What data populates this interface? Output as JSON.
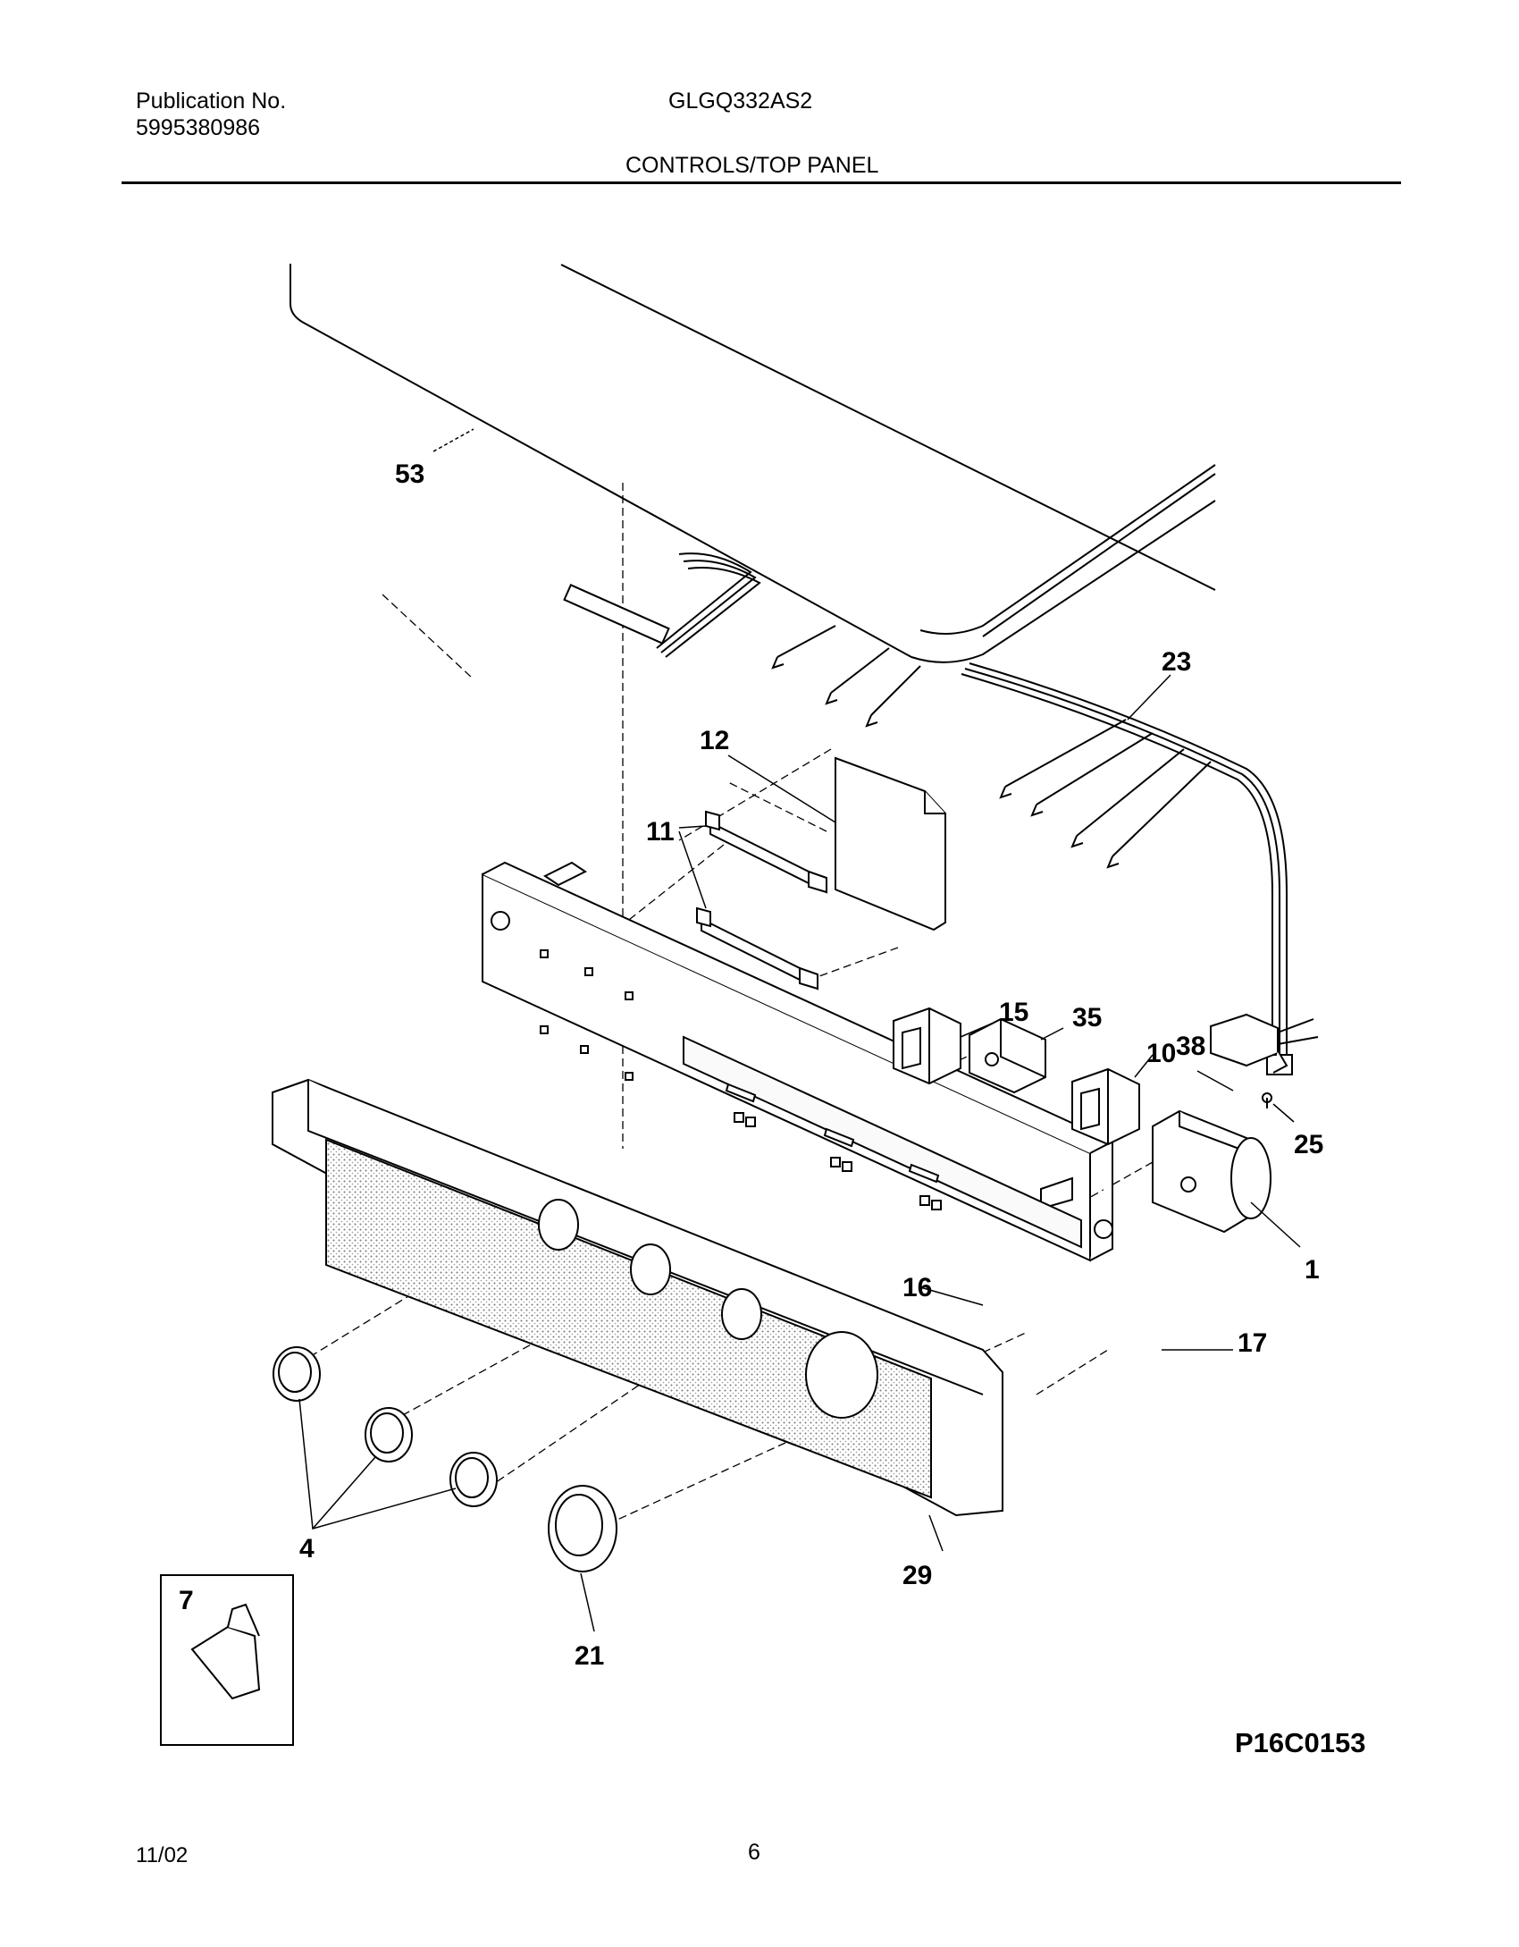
{
  "header": {
    "publication_label": "Publication No.",
    "publication_number": "5995380986",
    "model": "GLGQ332AS2",
    "section_title": "CONTROLS/TOP PANEL"
  },
  "diagram": {
    "callouts": [
      "53",
      "23",
      "12",
      "11",
      "15",
      "35",
      "38",
      "10",
      "25",
      "1",
      "16",
      "17",
      "4",
      "29",
      "7",
      "21"
    ],
    "code": "P16C0153"
  },
  "footer": {
    "date": "11/02",
    "page": "6"
  }
}
